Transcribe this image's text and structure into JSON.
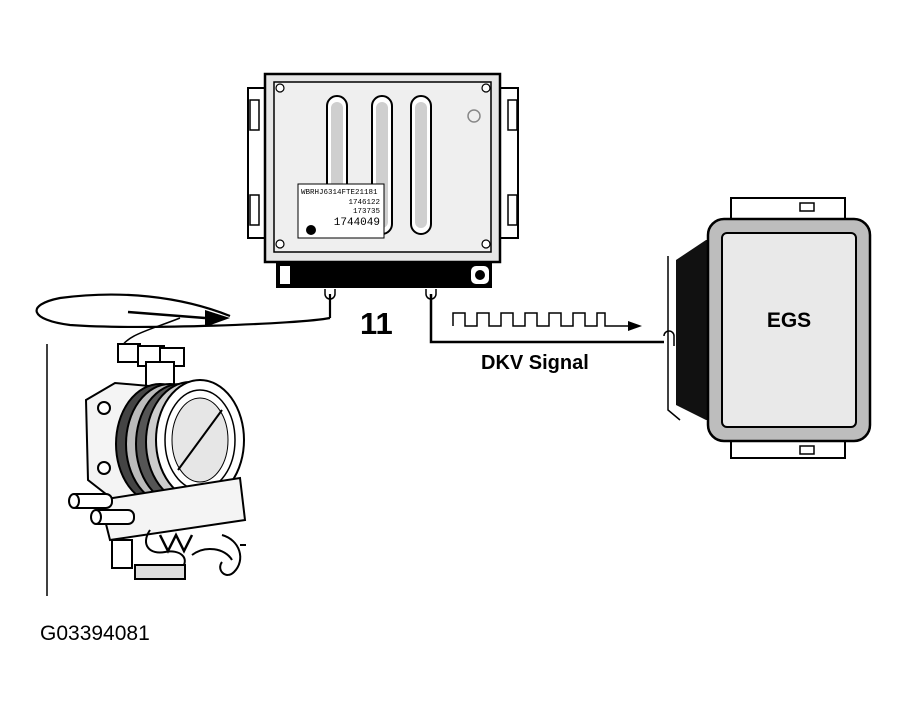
{
  "labels": {
    "component_number": "11",
    "signal_label": "DKV Signal",
    "egs_label": "EGS",
    "figure_id": "G03394081"
  },
  "ecu_sticker": {
    "line1": "WBRHJ6314FTE21181",
    "line2": "1746122",
    "line3": "173735",
    "line4": "1744049"
  }
}
